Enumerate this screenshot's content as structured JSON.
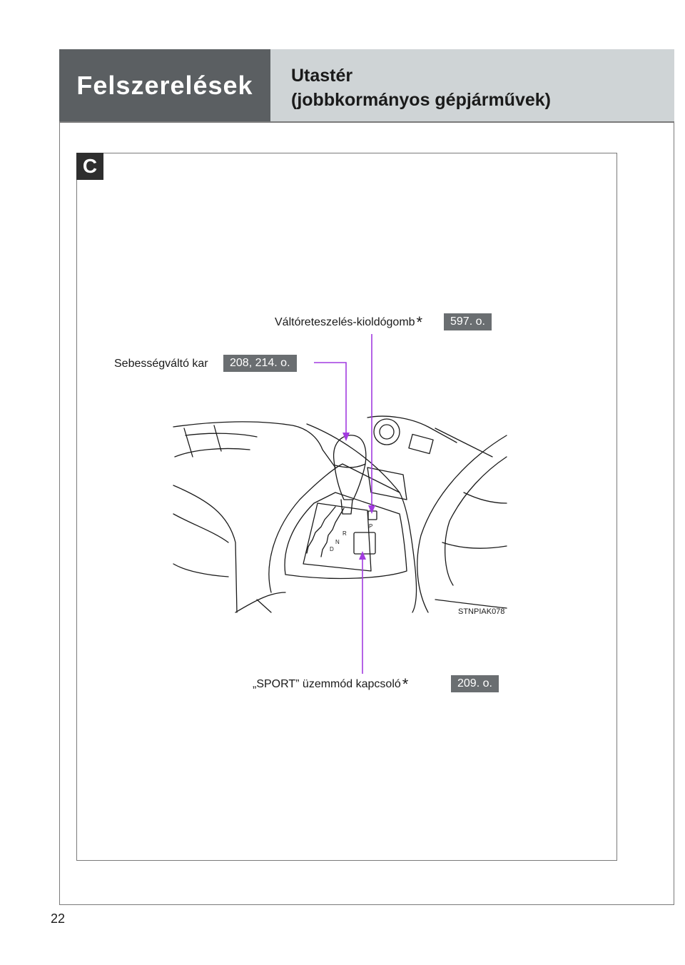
{
  "header": {
    "section_title": "Felszerelések",
    "page_heading_line1": "Utastér",
    "page_heading_line2": "(jobbkormányos gépjárművek)"
  },
  "figure": {
    "letter": "C",
    "code": "STNPIAK078"
  },
  "callouts": {
    "shift_lock": {
      "label": "Váltóreteszelés-kioldógomb",
      "page_ref": "597. o."
    },
    "shift_lever": {
      "label": "Sebességváltó kar",
      "page_ref": "208, 214. o."
    },
    "sport_mode": {
      "label": "„SPORT” üzemmód kapcsoló",
      "page_ref": "209. o."
    }
  },
  "asterisk": "*",
  "page_number": "22",
  "colors": {
    "header_dark": "#5b5f62",
    "header_light": "#cfd4d6",
    "page_ref_bg": "#6a6e71",
    "leader_line": "#a23ce0"
  }
}
